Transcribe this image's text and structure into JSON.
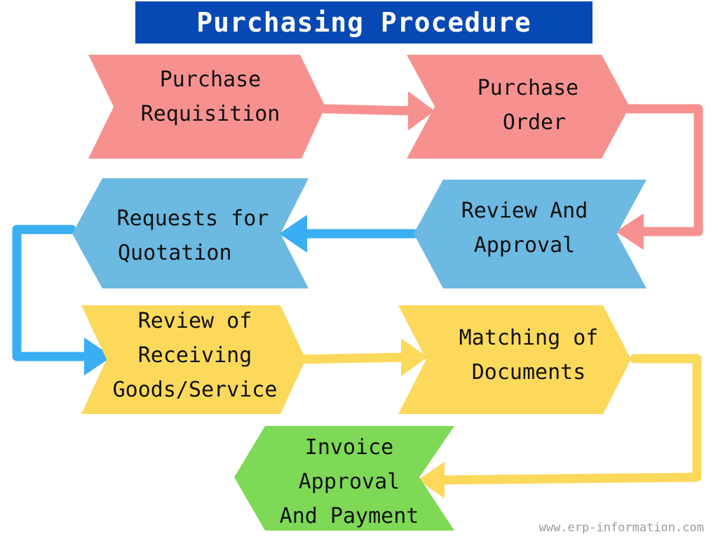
{
  "title": "Purchasing Procedure",
  "steps": [
    {
      "id": "purchase-requisition",
      "lines": [
        "Purchase",
        "Requisition"
      ],
      "color": "#f79190"
    },
    {
      "id": "purchase-order",
      "lines": [
        "Purchase",
        "Order"
      ],
      "color": "#f79190"
    },
    {
      "id": "review-and-approval",
      "lines": [
        "Review And",
        "Approval"
      ],
      "color": "#6cb9e2"
    },
    {
      "id": "requests-for-quotation",
      "lines": [
        "Requests for",
        "Quotation"
      ],
      "color": "#6cb9e2"
    },
    {
      "id": "review-of-receiving",
      "lines": [
        "Review of",
        "Receiving",
        "Goods/Service"
      ],
      "color": "#fcd95b"
    },
    {
      "id": "matching-of-documents",
      "lines": [
        "Matching of",
        "Documents"
      ],
      "color": "#fcd95b"
    },
    {
      "id": "invoice-approval",
      "lines": [
        "Invoice",
        "Approval",
        "And Payment"
      ],
      "color": "#7ed957"
    }
  ],
  "arrow_colors": {
    "red": "#f79190",
    "blue": "#3aaef2",
    "yellow": "#fcd95b"
  },
  "footer": "www.erp-information.com"
}
